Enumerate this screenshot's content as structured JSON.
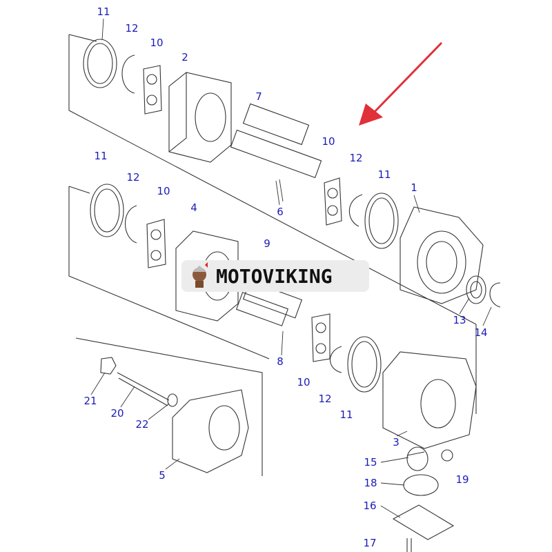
{
  "diagram": {
    "title": "Hydraulic gear pump exploded parts diagram",
    "watermark": "MOTOVIKING",
    "arrow_color": "#e0303a",
    "label_color": "#1a1ab8",
    "labels": [
      "11",
      "12",
      "10",
      "2",
      "7",
      "10",
      "12",
      "11",
      "1",
      "6",
      "11",
      "12",
      "10",
      "4",
      "9",
      "13",
      "14",
      "8",
      "10",
      "12",
      "11",
      "21",
      "20",
      "22",
      "3",
      "15",
      "19",
      "18",
      "16",
      "5",
      "17"
    ]
  }
}
